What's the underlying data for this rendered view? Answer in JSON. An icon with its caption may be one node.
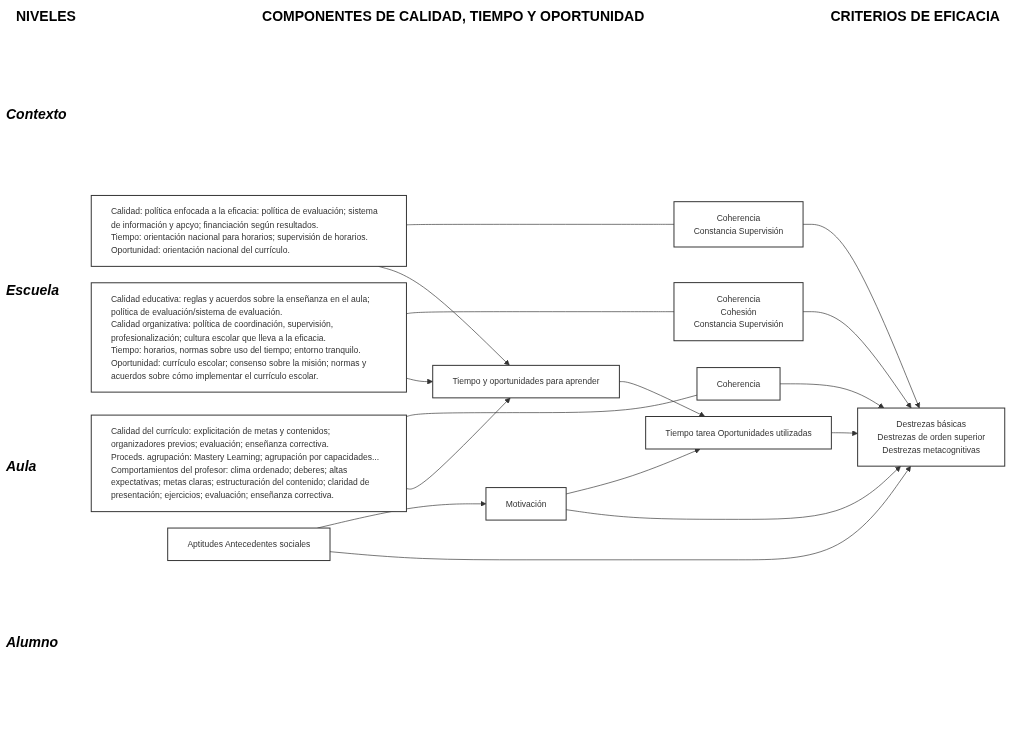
{
  "diagram": {
    "nodes": [
      {
        "text": [
          "Calidad: política enfocada a la eficacia: política de evaluación; sistema de información y apcyo; financiación según resultados.",
          "Tiempo: orientación nacional para horarios; supervisión de horarios.",
          "Oportunidad: orientación nacional del currículo."
        ]
      },
      {
        "text": [
          "Coherencia",
          "Constancia Supervisión"
        ]
      },
      {
        "text": [
          "Calidad educativa: reglas y acuerdos sobre la enseñanza en el aula; política de evaluación/sistema de evaluación.",
          "Calidad organizativa: política de coordinación, supervisión, profesionalización; cultura escolar que lleva a la eficacia.",
          "Tiempo: horarios, normas sobre uso del tiempo; entorno tranquilo.",
          "Oportunidad: currículo escolar; consenso sobre la misión; normas y acuerdos sobre cómo implementar el currículo escolar."
        ]
      },
      {
        "text": [
          "Coherencia",
          "Cohesión",
          "Constancia Supervisión"
        ]
      },
      {
        "text": [
          "Calidad del currículo: explicitación de metas y contenidos; organizadores previos; evaluación; enseñanza correctiva.",
          "Proceds. agrupación: Mastery Learning; agrupación por capacidades...",
          "Comportamientos del profesor: clima ordenado; deberes; altas expectativas; metas claras; estructuración del contenido; claridad de presentación; ejercicios; evaluación; enseñanza correctiva."
        ]
      },
      {
        "text": [
          "Coherencia"
        ]
      },
      {
        "text": [
          "Tiempo y oportunidades para aprender"
        ]
      },
      {
        "text": [
          "Tiempo tarea Oportunidades utilizadas"
        ]
      },
      {
        "text": [
          "Motivación"
        ]
      },
      {
        "text": [
          "Aptitudes Antecedentes sociales"
        ]
      },
      {
        "text": [
          "Destrezas básicas",
          "Destrezas de orden superior",
          "Destrezas metacognitivas"
        ]
      }
    ],
    "edges": [
      {
        "from": 0,
        "to": 1,
        "arrow": "none"
      },
      {
        "from": 2,
        "to": 3,
        "arrow": "none"
      },
      {
        "from": 4,
        "to": 5,
        "arrow": "none"
      },
      {
        "from": 1,
        "to": 10,
        "arrow": "to"
      },
      {
        "from": 3,
        "to": 10,
        "arrow": "to"
      },
      {
        "from": 5,
        "to": 10,
        "arrow": "to"
      },
      {
        "from": 0,
        "to": 6,
        "arrow": "to"
      },
      {
        "from": 2,
        "to": 6,
        "arrow": "to"
      },
      {
        "from": 4,
        "to": 6,
        "arrow": "to"
      },
      {
        "from": 6,
        "to": 7,
        "arrow": "to"
      },
      {
        "from": 8,
        "to": 7,
        "arrow": "to"
      },
      {
        "from": 9,
        "to": 8,
        "arrow": "to"
      },
      {
        "from": 9,
        "to": 10,
        "arrow": "to"
      },
      {
        "from": 7,
        "to": 10,
        "arrow": "to"
      },
      {
        "from": 8,
        "to": 10,
        "arrow": "to"
      }
    ],
    "labels": [
      "NIVELES",
      "COMPONENTES DE CALIDAD, TIEMPO Y OPORTUNIDAD",
      "CRITERIOS DE EFICACIA",
      "Contexto",
      "Escuela",
      "Aula",
      "Alumno"
    ]
  }
}
